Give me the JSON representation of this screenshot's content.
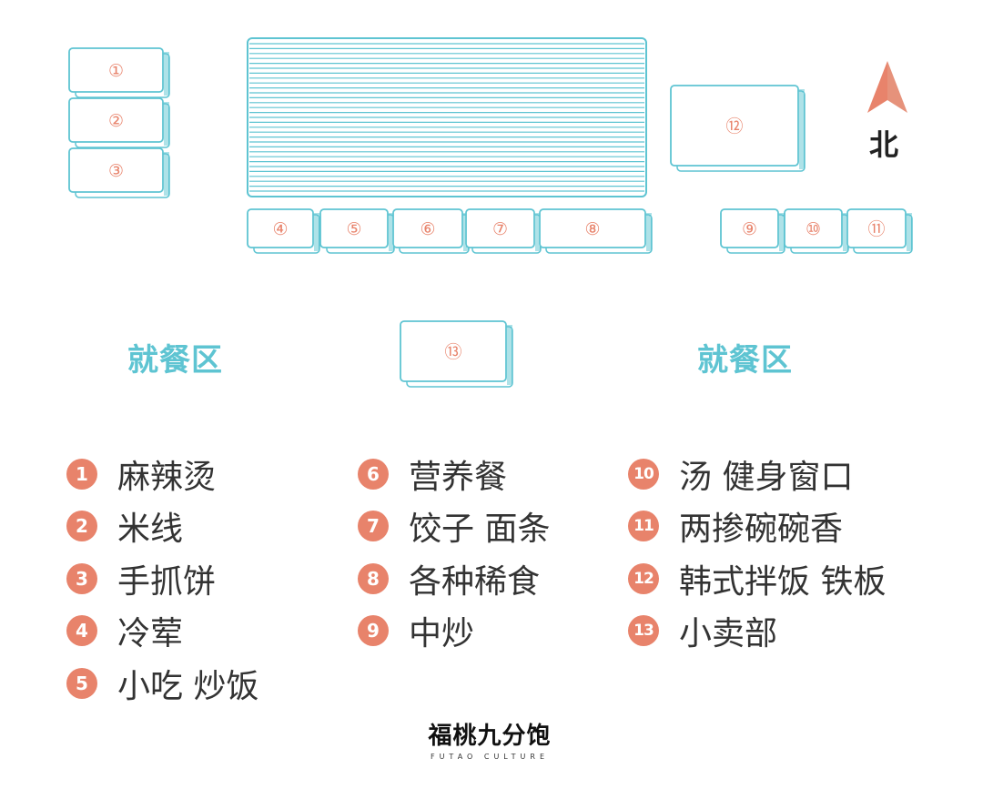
{
  "map": {
    "counters": [
      "①",
      "②",
      "③",
      "④",
      "⑤",
      "⑥",
      "⑦",
      "⑧",
      "⑨",
      "⑩",
      "⑪",
      "⑫",
      "⑬"
    ],
    "dining_zone_left": "就餐区",
    "dining_zone_right": "就餐区",
    "north_label": "北"
  },
  "legend": {
    "columns": [
      [
        {
          "num": "1",
          "text": "麻辣烫"
        },
        {
          "num": "2",
          "text": "米线"
        },
        {
          "num": "3",
          "text": "手抓饼"
        },
        {
          "num": "4",
          "text": "冷荤"
        },
        {
          "num": "5",
          "text": "小吃 炒饭"
        }
      ],
      [
        {
          "num": "6",
          "text": "营养餐"
        },
        {
          "num": "7",
          "text": "饺子 面条"
        },
        {
          "num": "8",
          "text": "各种稀食"
        },
        {
          "num": "9",
          "text": "中炒"
        }
      ],
      [
        {
          "num": "10",
          "text": "汤 健身窗口"
        },
        {
          "num": "11",
          "text": "两掺碗碗香"
        },
        {
          "num": "12",
          "text": "韩式拌饭 铁板"
        },
        {
          "num": "13",
          "text": "小卖部"
        }
      ]
    ]
  },
  "logo": {
    "name": "福桃九分饱",
    "subtitle": "FUTAO CULTURE"
  },
  "colors": {
    "counter_stroke": "#5ec4d2",
    "accent": "#e8836b",
    "zone_text": "#5ec4d2"
  }
}
